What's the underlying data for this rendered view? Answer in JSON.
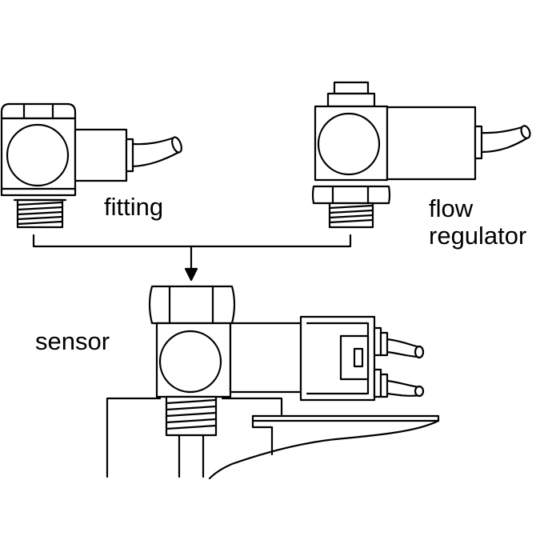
{
  "labels": {
    "fitting": "fitting",
    "flow_line1": "flow",
    "flow_line2": "regulator",
    "sensor": "sensor"
  },
  "colors": {
    "line": "#000000",
    "background": "#ffffff"
  }
}
